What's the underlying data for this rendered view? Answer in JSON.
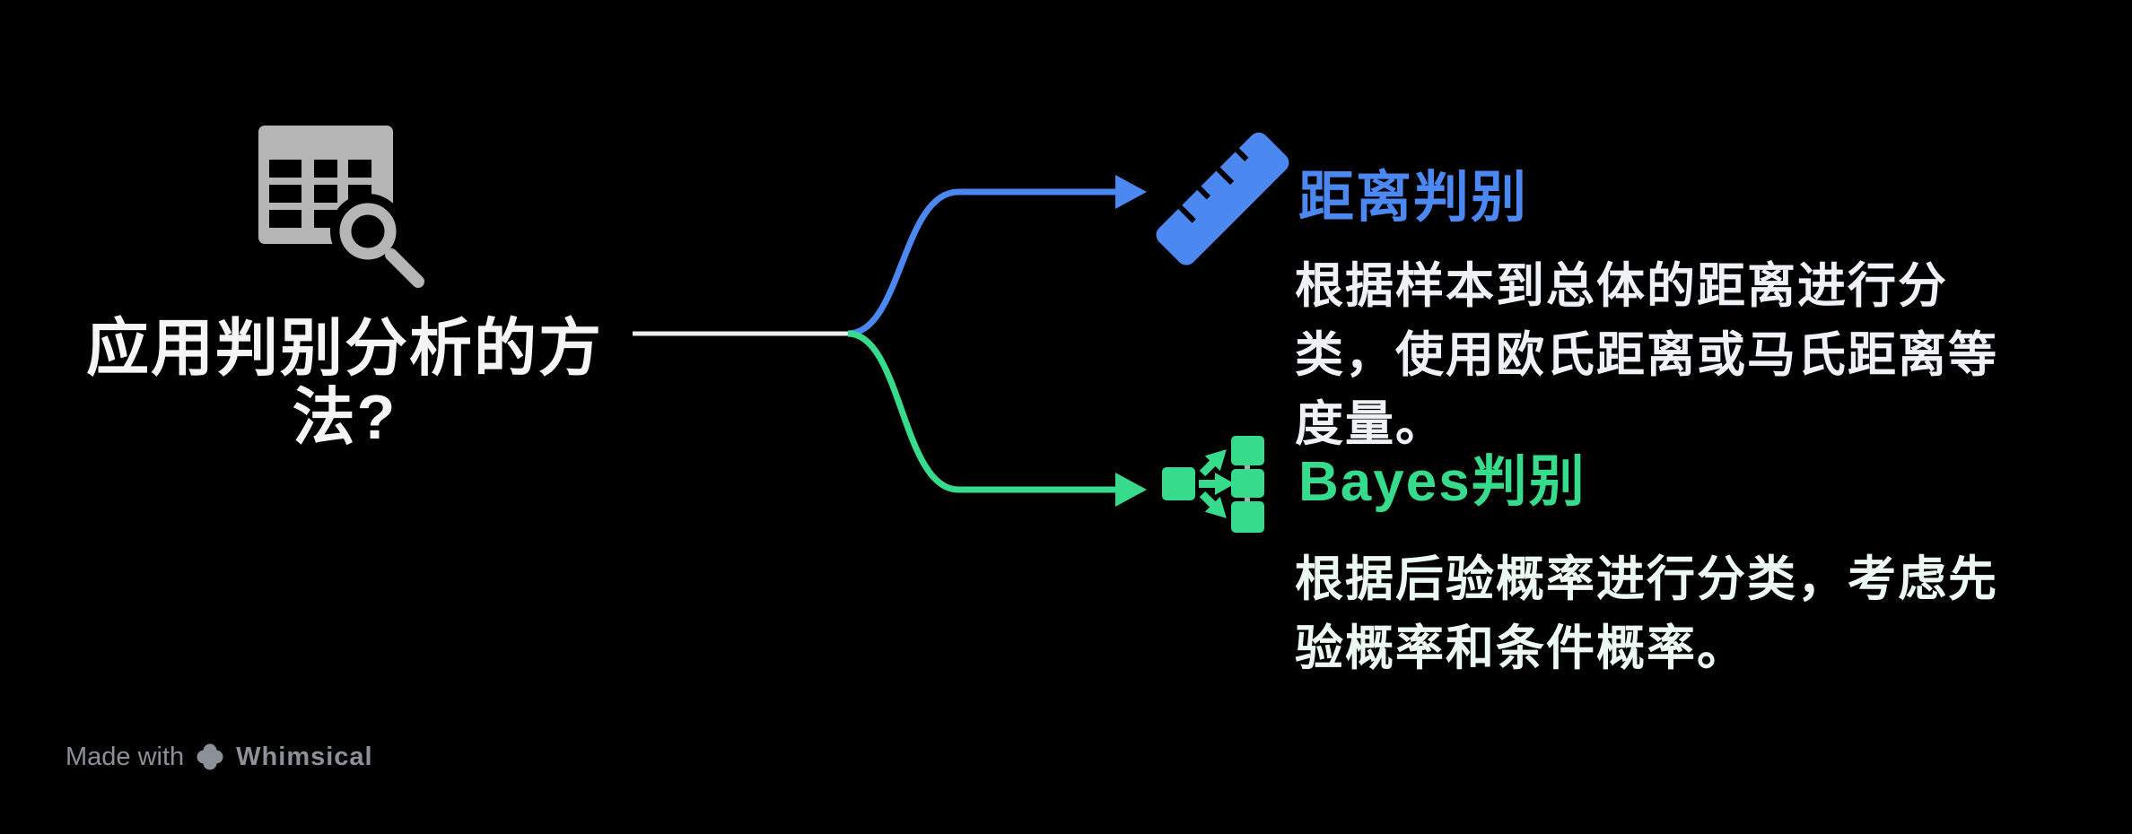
{
  "root": {
    "question": "应用判别分析的方\n法?",
    "icon": "table-search-icon"
  },
  "branches": [
    {
      "id": "distance",
      "label": "距离判别",
      "description": "根据样本到总体的距离进行分\n类，使用欧氏距离或马氏距离等\n度量。",
      "color": "#4b88f1",
      "icon": "ruler-icon"
    },
    {
      "id": "bayes",
      "label": "Bayes判别",
      "description": "根据后验概率进行分类，考虑先\n验概率和条件概率。",
      "color": "#36db8b",
      "icon": "distribute-icon"
    }
  ],
  "watermark": {
    "made_with": "Made with",
    "brand": "Whimsical"
  },
  "colors": {
    "background": "#000000",
    "root_text": "#f5f5f5",
    "description_text": "#eef1f6",
    "blue": "#4b88f1",
    "green": "#36db8b",
    "icon_gray": "#b5b5b5",
    "connector_gray": "#a9adb5",
    "trunk_white": "#ececec",
    "watermark_gray": "#8b9099"
  }
}
